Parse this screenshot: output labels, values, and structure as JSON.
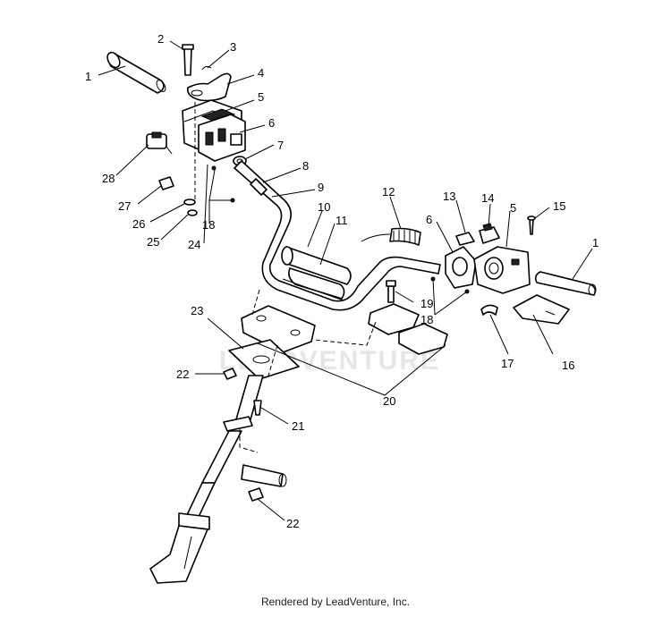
{
  "watermark": "LEADVENTURE",
  "credit": "Rendered by LeadVenture, Inc.",
  "callouts": [
    {
      "id": "c1a",
      "text": "1"
    },
    {
      "id": "c2",
      "text": "2"
    },
    {
      "id": "c3",
      "text": "3"
    },
    {
      "id": "c4",
      "text": "4"
    },
    {
      "id": "c5a",
      "text": "5"
    },
    {
      "id": "c6a",
      "text": "6"
    },
    {
      "id": "c7",
      "text": "7"
    },
    {
      "id": "c8",
      "text": "8"
    },
    {
      "id": "c9",
      "text": "9"
    },
    {
      "id": "c10",
      "text": "10"
    },
    {
      "id": "c11",
      "text": "11"
    },
    {
      "id": "c12",
      "text": "12"
    },
    {
      "id": "c13",
      "text": "13"
    },
    {
      "id": "c14",
      "text": "14"
    },
    {
      "id": "c6b",
      "text": "6"
    },
    {
      "id": "c5b",
      "text": "5"
    },
    {
      "id": "c15",
      "text": "15"
    },
    {
      "id": "c1b",
      "text": "1"
    },
    {
      "id": "c28",
      "text": "28"
    },
    {
      "id": "c27",
      "text": "27"
    },
    {
      "id": "c26",
      "text": "26"
    },
    {
      "id": "c25",
      "text": "25"
    },
    {
      "id": "c18a",
      "text": "18"
    },
    {
      "id": "c24",
      "text": "24"
    },
    {
      "id": "c23",
      "text": "23"
    },
    {
      "id": "c19",
      "text": "19"
    },
    {
      "id": "c18b",
      "text": "18"
    },
    {
      "id": "c17",
      "text": "17"
    },
    {
      "id": "c16",
      "text": "16"
    },
    {
      "id": "c22a",
      "text": "22"
    },
    {
      "id": "c20",
      "text": "20"
    },
    {
      "id": "c21",
      "text": "21"
    },
    {
      "id": "c22b",
      "text": "22"
    }
  ]
}
